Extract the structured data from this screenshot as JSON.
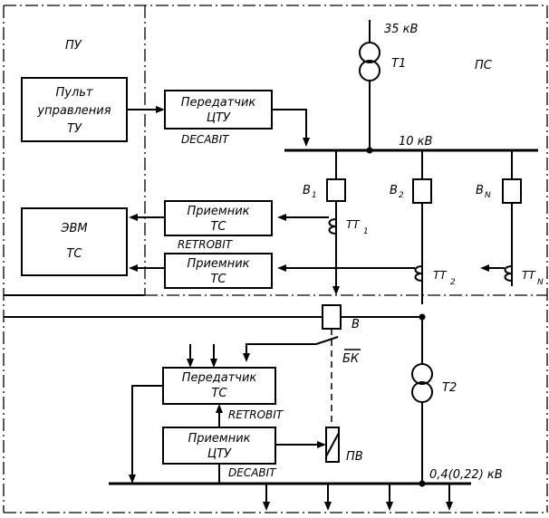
{
  "zones": {
    "pu": "ПУ",
    "ps": "ПС"
  },
  "blocks": {
    "control_panel": [
      "Пульт",
      "управления",
      "ТУ"
    ],
    "transmitter_tu": [
      "Передатчик",
      "ЦТУ"
    ],
    "receiver_ts1": [
      "Приемник",
      "ТС"
    ],
    "receiver_ts2": [
      "Приемник",
      "ТС"
    ],
    "computer": [
      "ЭВМ",
      "ТС"
    ],
    "transmitter_ts": [
      "Передатчик",
      "ТС"
    ],
    "receiver_tu": [
      "Приемник",
      "ЦТУ"
    ]
  },
  "codes": {
    "decabit": "DECABIT",
    "retrobit": "RETROBIT"
  },
  "labels": {
    "v35": "35 кВ",
    "t1": "Т1",
    "v10": "10 кВ",
    "b1": "В",
    "b1_sub": "1",
    "b2": "В",
    "b2_sub": "2",
    "bn": "В",
    "bn_sub": "N",
    "tt1": "ТТ",
    "tt1_sub": "1",
    "tt2": "ТТ",
    "tt2_sub": "2",
    "ttn": "ТТ",
    "ttn_sub": "N",
    "b": "В",
    "bk": "БК",
    "t2": "Т2",
    "pv": "ПВ",
    "v04": "0,4(0,22) кВ"
  }
}
